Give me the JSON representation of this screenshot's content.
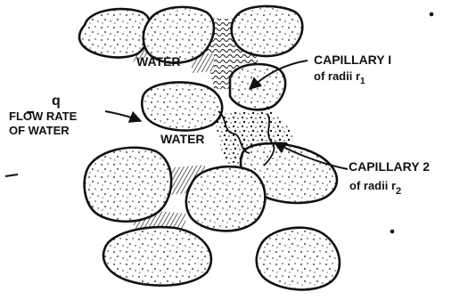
{
  "labels": {
    "water_top": "WATER",
    "water_mid": "WATER",
    "q": "q",
    "flow_line1": "FLOW RATE",
    "flow_line2": "OF WATER",
    "cap1_line1": "CAPILLARY I",
    "cap1_line2_prefix": "of radii r",
    "cap1_sub": "1",
    "cap2_line1": "CAPILLARY 2",
    "cap2_line2_prefix": "of radii r",
    "cap2_sub": "2"
  },
  "colors": {
    "ink": "#111111",
    "background": "#ffffff"
  }
}
